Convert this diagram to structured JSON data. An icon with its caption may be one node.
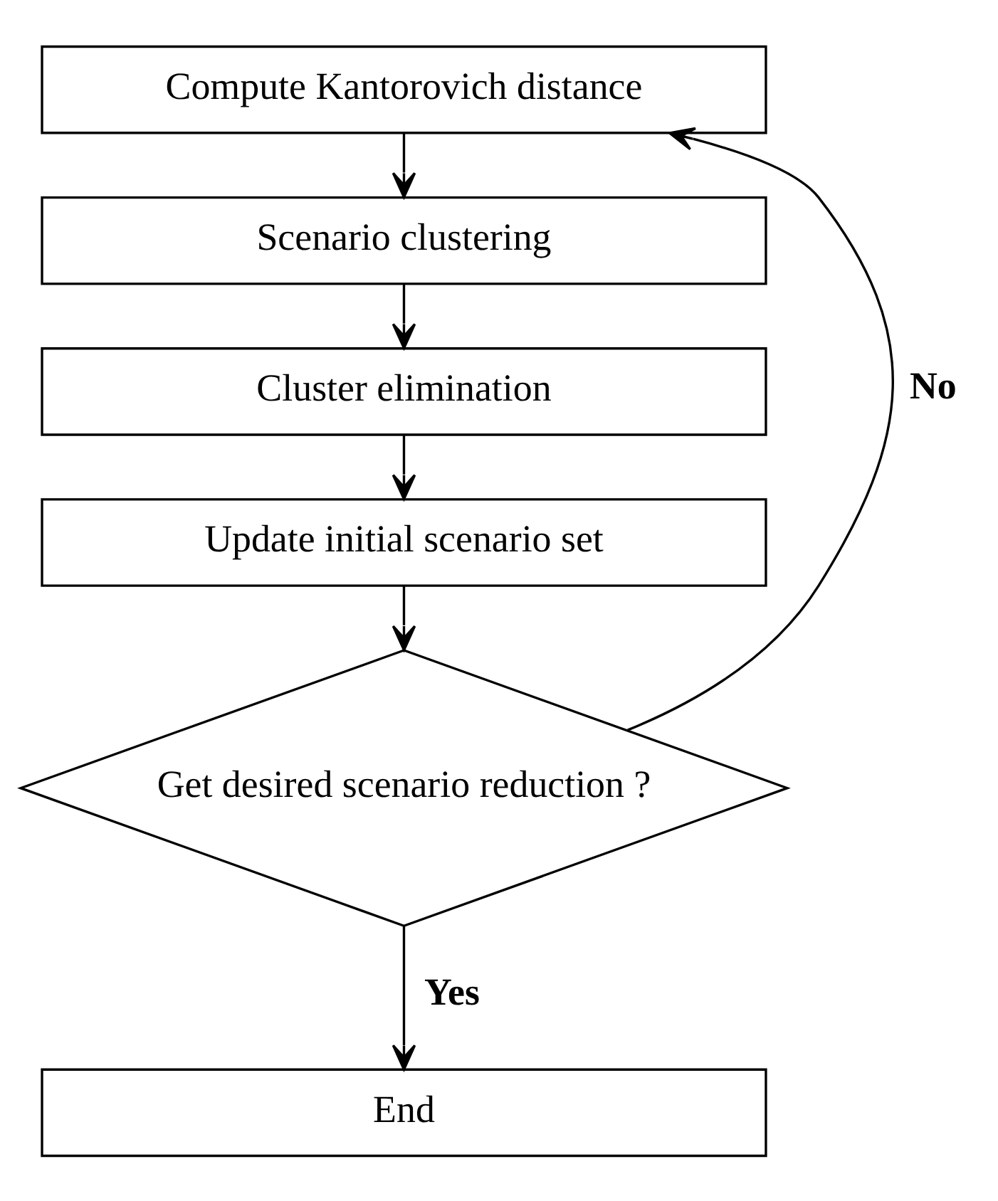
{
  "diagram": {
    "nodes": [
      {
        "text": [
          "Compute Kantorovich distance"
        ]
      },
      {
        "text": [
          "Scenario clustering"
        ]
      },
      {
        "text": [
          "Cluster elimination"
        ]
      },
      {
        "text": [
          "Update initial scenario set"
        ]
      },
      {
        "text": [
          "Get desired scenario reduction ?"
        ]
      },
      {
        "text": [
          "End"
        ]
      }
    ],
    "edges": [
      {
        "from": 0,
        "to": 1,
        "arrow": "to"
      },
      {
        "from": 1,
        "to": 2,
        "arrow": "to"
      },
      {
        "from": 2,
        "to": 3,
        "arrow": "to"
      },
      {
        "from": 3,
        "to": 4,
        "arrow": "to"
      },
      {
        "from": 4,
        "to": 0,
        "arrow": "to",
        "label": "No"
      },
      {
        "from": 4,
        "to": 5,
        "arrow": "to",
        "label": "Yes"
      }
    ]
  }
}
